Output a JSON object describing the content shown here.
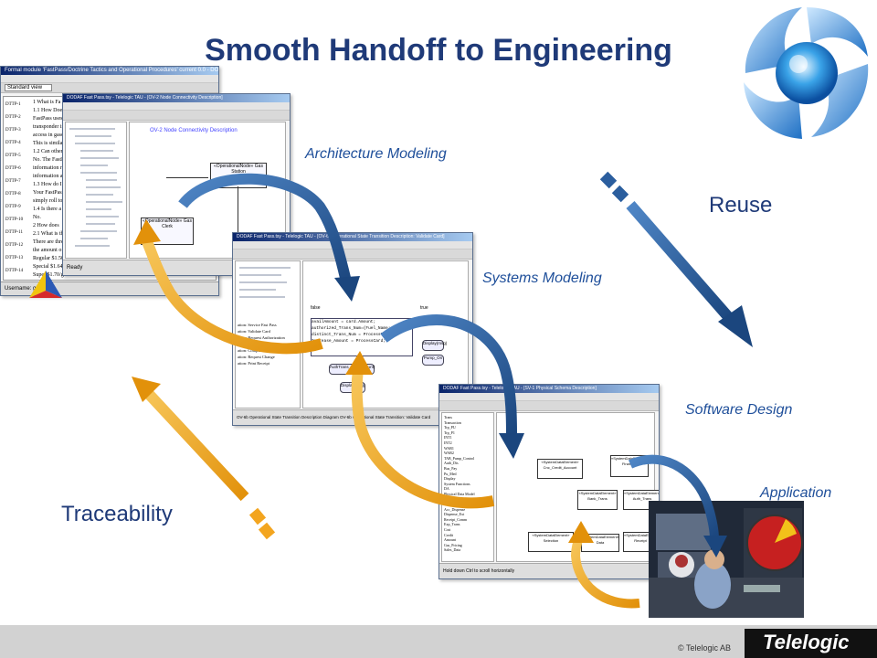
{
  "slide": {
    "title": "Smooth Handoff to Engineering",
    "labels": {
      "architecture": "Architecture Modeling",
      "systems": "Systems Modeling",
      "software": "Software Design",
      "application": "Application",
      "reuse": "Reuse",
      "traceability": "Traceability"
    },
    "copyright": "© Telelogic AB",
    "brand": "Telelogic"
  },
  "windows": {
    "doc": {
      "title": "Formal module 'FastPass/Doctrine Tactics and Operational Procedures' current 0.0 - DOORS",
      "view": "Standard view",
      "ids": [
        "DTTP-1",
        "DTTP-2",
        "DTTP-3",
        "DTTP-4",
        "DTTP-5",
        "DTTP-6",
        "DTTP-7",
        "DTTP-8",
        "DTTP-9",
        "DTTP-10",
        "DTTP-11",
        "DTTP-12",
        "DTTP-13",
        "DTTP-14"
      ],
      "lines": [
        "1 What is Fa",
        "1.1 How Does",
        "FastPass uses an el",
        "transponder in the F",
        "access in gasoline b",
        "This is similar to the",
        "1.2 Can other",
        "No. The FastPass sy",
        "information remains",
        "information and prot",
        "1.3 How do I c",
        "Your FastPass paym",
        "simply roll to the res",
        "1.4 Is there a F",
        "No.",
        "2 How does",
        "2.1 What is the",
        "There are three grad",
        "the amount of gas, w",
        "Regular $1.50/g",
        "Special $1.64/g",
        "Super $1.70/gal"
      ],
      "status": "Username: ggo"
    },
    "arch": {
      "title": "DODAF Fast Pass.tsy - Telelogic TAU - [OV-2 Node Connectivity Description]",
      "diagram_title": "OV-2 Node Connectivity Description",
      "node_label": "«OperationalNode» Gas Station",
      "node_label2": "«OperationalNode» Gas Clerk",
      "status": "Ready"
    },
    "sys": {
      "title": "DODAF Fast Pass.tsy - Telelogic TAU - [OV-6b Operational State Transition Description: Validate Card]",
      "list": [
        "ation: Service Fast Pass",
        "ation: Validate Card",
        "ation: Request Authorization",
        "ation: Dispense Gas",
        "ation: Compute Cost of Gas",
        "ation: Request Change",
        "ation: Print Receipt"
      ],
      "code": "availAmount = card.Amount;\nauthorized_Trans_Num=(Fuel_Name;\ndistinct_Trans_Num = ProcessTrans;\nIncrease_Amount = ProcessCard;",
      "nodes": [
        "Display(msg)",
        "Pump_On",
        "AuthTrans_Req(amount)",
        "Display(msg)"
      ],
      "false_label": "false",
      "true_label": "true",
      "status": "OV-6b Operational State Transition Description Diagram OV-6b Operational State Transition: Validate Card"
    },
    "sw": {
      "title": "DODAF Fast Pass.tsy - Telelogic TAU - [SV-1 Physical Schema Description]",
      "classes": [
        "«SystemDataElement» Cnc_Credit_Account",
        "«SystemDataElement» Bank_Trans",
        "«SystemDataElement» Auth_Trans",
        "«SystemDataElement» Financial",
        "«SystemDataElement» Selection",
        "«SystemDataElement» Data",
        "«SystemDataElement» Receipt"
      ],
      "tree": [
        "Trans",
        "Transaction",
        "Trp_PU",
        "Trp_P1",
        "INT1",
        "INT2",
        "WAR1",
        "WAR2",
        "TAB_Pump_Control",
        "Auth_Dis",
        "Bus_Pay",
        "Pu_Med",
        "Display",
        "System Functions",
        "DA",
        "Physical Data Model",
        "Dispense_Gas",
        "Alt_Bev",
        "Acc_Dispense",
        "Dispense_Ext",
        "Receipt_Comm",
        "Exp_Trans",
        "Cost",
        "Credit",
        "Amount",
        "Gas_Pricing",
        "Sales_Data"
      ],
      "status": "Hold down Ctrl to scroll horizontally"
    }
  },
  "colors": {
    "title": "#1f3a78",
    "label": "#1f4f9a",
    "orange_arrow": "#f3a51f",
    "blue_arrow": "#2b5e9e",
    "footer": "#d2d2d2"
  },
  "icons": [
    "telelogic-orb-icon",
    "doors-pyramid-icon"
  ]
}
